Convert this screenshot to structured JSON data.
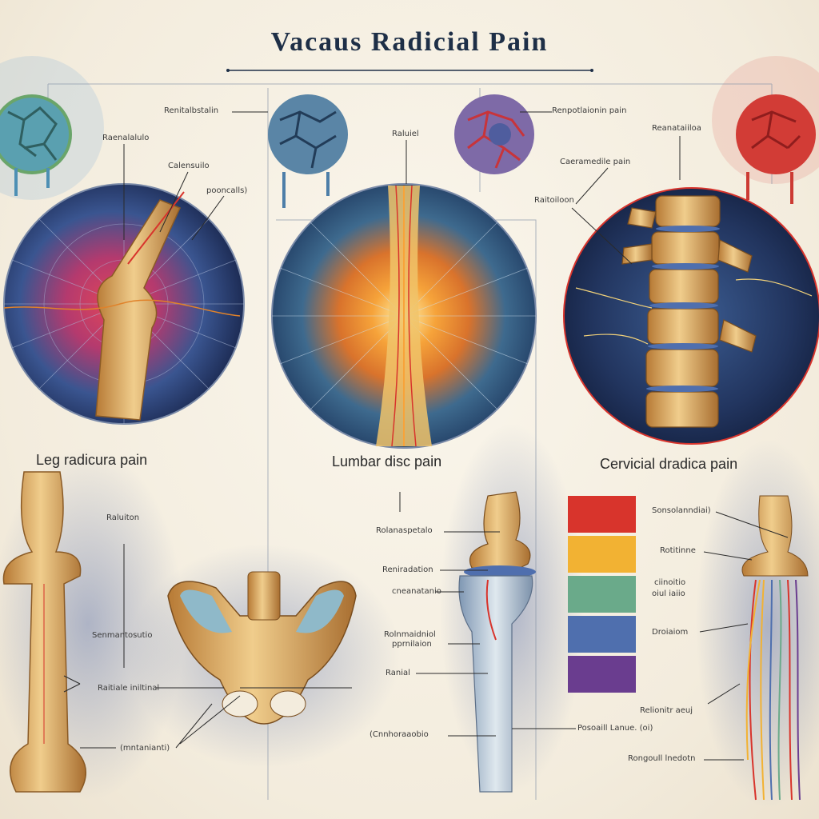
{
  "title": "Vacaus Radicial Pain",
  "captions": {
    "leg": "Leg radicura pain",
    "lumbar": "Lumbar disc pain",
    "cervical": "Cervicial dradica pain"
  },
  "labels": {
    "a": "Renitalbstalin",
    "b": "Raenalalulo",
    "c": "Calensuilo",
    "d": "pooncalls)",
    "e": "Raluiel",
    "f": "Renpotlaionin pain",
    "g": "Caeramedile pain",
    "h": "Reanataiiloa",
    "i": "Raitoiloon",
    "j": "Raluiton",
    "k": "Senmantosutio",
    "l": "Raitiale iniltinal",
    "m": "(mntanianti)",
    "n": "Rolanaspetalo",
    "o": "Reniradation",
    "p": "cneanatanio",
    "q": "Rolnmaidniol",
    "r": "pprnilaion",
    "s": "Ranial",
    "t": "(Cnnhoraaobio",
    "u": "Posoaill Lanue. (oi)",
    "v": "Sonsolanndiai)",
    "w": "Rotitinne",
    "x": "ciinoitio",
    "y": "oiul iaiio",
    "z": "Droiaiom",
    "aa": "Relionitr aeuj",
    "ab": "Rongoull lnedotn"
  },
  "palette": {
    "navy": "#1e2f47",
    "red": "#d8342c",
    "yellow": "#f2b233",
    "green": "#6aaa8a",
    "blue": "#4f6fae",
    "purple": "#6a3d8f",
    "bone": "#d9a65a"
  },
  "icons": [
    "nerve-cell-blue-icon",
    "nerve-cell-teal-icon",
    "nerve-cell-purple-icon",
    "nerve-cell-red-icon"
  ]
}
